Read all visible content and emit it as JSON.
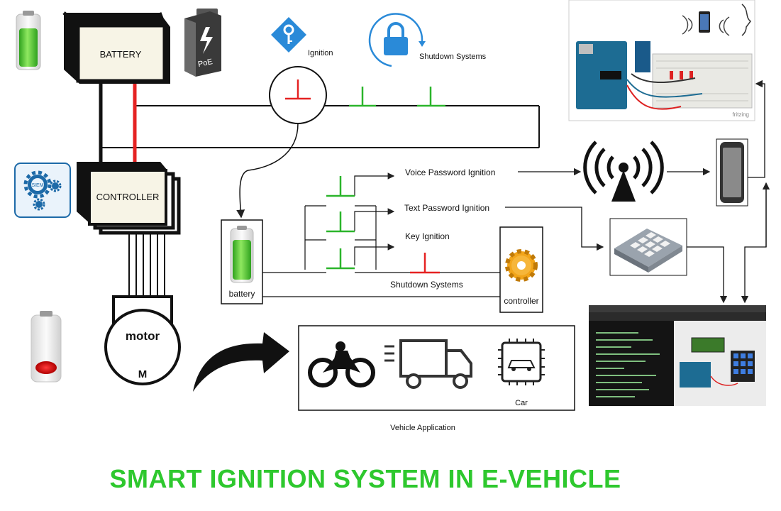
{
  "title": "SMART IGNITION SYSTEM IN E-VEHICLE",
  "labels": {
    "battery_box": "BATTERY",
    "controller_box": "CONTROLLER",
    "poe": "PoE",
    "siem": "SIEM",
    "ignition": "Ignition",
    "shutdown_top": "Shutdown Systems",
    "voice": "Voice Password Ignition",
    "text": "Text Password Ignition",
    "key": "Key Ignition",
    "shutdown_mid": "Shutdown Systems",
    "battery_small": "battery",
    "controller_small": "controller",
    "motor": "motor",
    "motor_m": "M",
    "car": "Car",
    "vehicle_app": "Vehicle Application",
    "fritzing": "fritzing"
  },
  "colors": {
    "title_green": "#2ec82e",
    "switch_green": "#2bb52b",
    "wire_red": "#e52222",
    "accent_blue": "#2a8ad8",
    "gear_orange": "#f2a51a"
  },
  "icons": [
    "battery-full-icon",
    "poe-battery-icon",
    "key-icon",
    "lock-icon",
    "siem-gear-icon",
    "wireless-tower-icon",
    "smartphone-icon",
    "keypad-icon",
    "gear-icon",
    "motorcycle-icon",
    "truck-icon",
    "car-chip-icon",
    "battery-low-icon",
    "curved-arrow-icon"
  ]
}
